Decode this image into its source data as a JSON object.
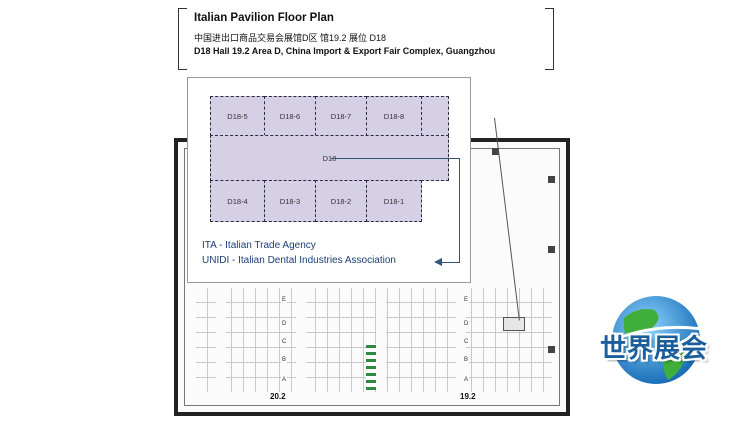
{
  "header": {
    "title": "Italian Pavilion Floor Plan",
    "subtitle_cn": "中国进出口商品交易会展馆D区 馆19.2 展位 D18",
    "subtitle_en": "D18 Hall 19.2 Area D, China Import & Export Fair Complex, Guangzhou"
  },
  "detail": {
    "top_booths": [
      "D18-5",
      "D18-6",
      "D18-7",
      "D18-8"
    ],
    "center_booth": "D18",
    "bottom_booths": [
      "D18-4",
      "D18-3",
      "D18-2",
      "D18-1"
    ],
    "booth_fill": "#d5d0e6",
    "exhibitors": [
      "ITA - Italian Trade Agency",
      "UNIDI - Italian Dental Industries Association"
    ],
    "text_color": "#1e3d78"
  },
  "hall": {
    "row_labels": [
      "E",
      "D",
      "C",
      "B",
      "A"
    ],
    "left_hall": "20.2",
    "right_hall": "19.2"
  },
  "logo": {
    "text": "世界展会",
    "color": "#1c5e9c",
    "icon": "globe-icon"
  }
}
